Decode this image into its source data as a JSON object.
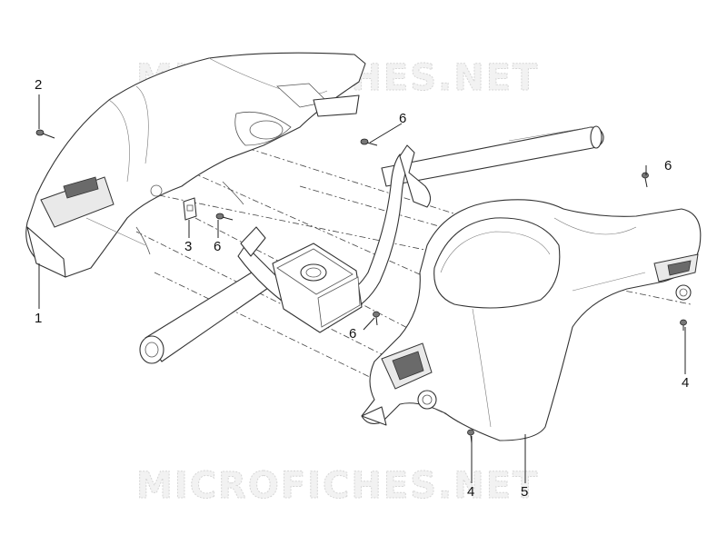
{
  "watermark": {
    "top": "MICROFICHES.NET",
    "bottom": "MICROFICHES.NET"
  },
  "callouts": {
    "part_1": "1",
    "part_2": "2",
    "part_3": "3",
    "part_4_right": "4",
    "part_4_bottom": "4",
    "part_5": "5",
    "part_6_top": "6",
    "part_6_mid": "6",
    "part_6_right": "6",
    "part_6_lower": "6"
  },
  "parts": [
    {
      "ref": "1",
      "icon": "rear-handlebar-cover-icon"
    },
    {
      "ref": "2",
      "icon": "screw-icon"
    },
    {
      "ref": "3",
      "icon": "clip-nut-icon"
    },
    {
      "ref": "4",
      "icon": "screw-icon"
    },
    {
      "ref": "5",
      "icon": "front-handlebar-cover-icon"
    },
    {
      "ref": "6",
      "icon": "screw-icon"
    }
  ]
}
